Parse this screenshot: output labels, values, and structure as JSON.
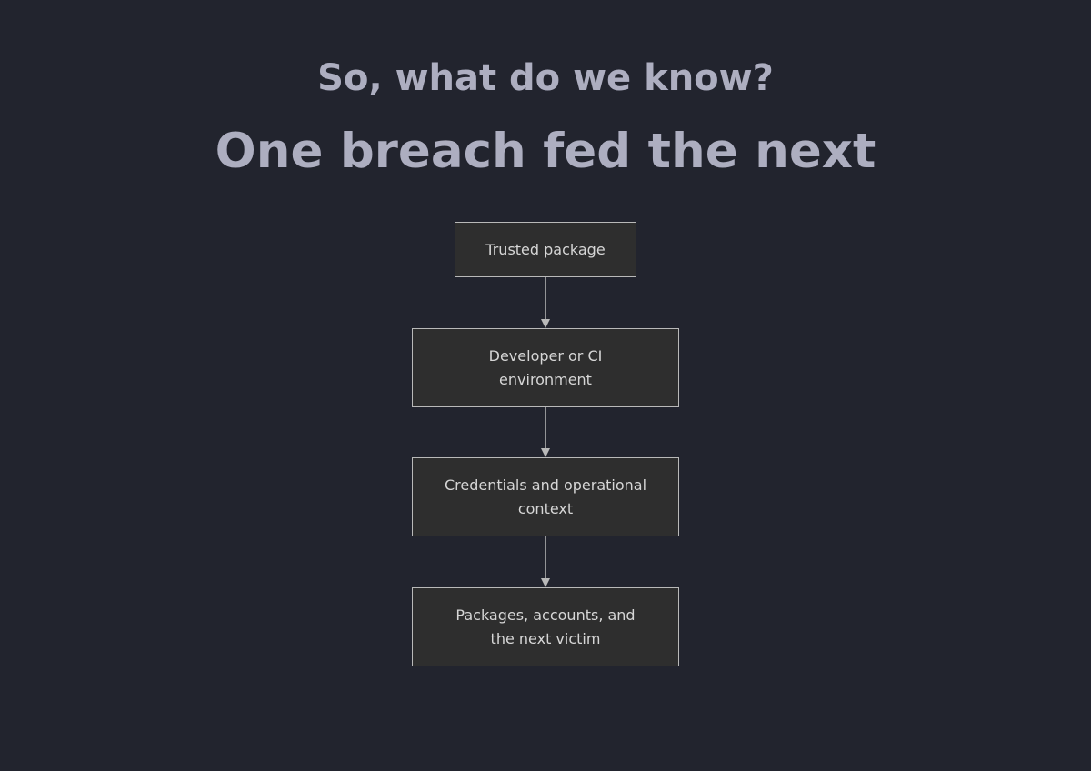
{
  "slide": {
    "kicker": "So, what do we know?",
    "headline": "One breach fed the next"
  },
  "flowchart": {
    "nodes": [
      {
        "id": "trusted-package",
        "label": "Trusted package"
      },
      {
        "id": "developer-ci",
        "label": "Developer or CI\nenvironment"
      },
      {
        "id": "credentials",
        "label": "Credentials and operational\ncontext"
      },
      {
        "id": "next-victim",
        "label": "Packages, accounts, and\nthe next victim"
      }
    ],
    "edges": [
      {
        "from": "trusted-package",
        "to": "developer-ci"
      },
      {
        "from": "developer-ci",
        "to": "credentials"
      },
      {
        "from": "credentials",
        "to": "next-victim"
      }
    ]
  },
  "colors": {
    "background": "#22242e",
    "heading": "#adaec0",
    "node_fill": "#2e2e2e",
    "node_border": "#b9b9b9",
    "node_text": "#d6d6d6",
    "edge": "#b9b9b9"
  }
}
